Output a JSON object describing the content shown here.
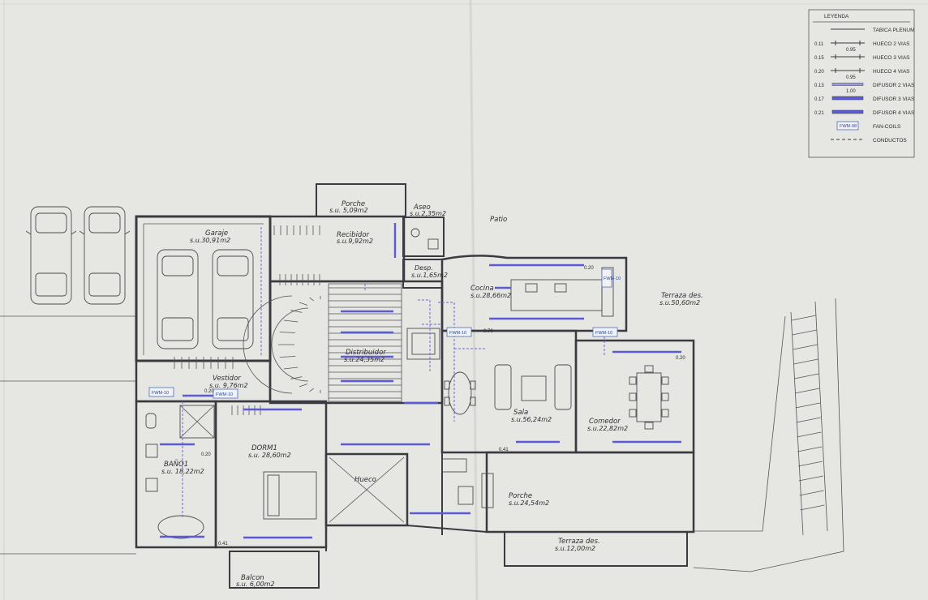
{
  "legend": {
    "title": "LEYENDA",
    "items": [
      {
        "num": "",
        "sub": "",
        "label": "TABICA PLENUM",
        "symbol": "line"
      },
      {
        "num": "0.11",
        "sub": "0.95",
        "label": "HUECO 2 VIAS",
        "symbol": "hueco"
      },
      {
        "num": "0.15",
        "sub": "",
        "label": "HUECO 3 VIAS",
        "symbol": "hueco"
      },
      {
        "num": "0.20",
        "sub": "0.95",
        "label": "HUECO 4 VIAS",
        "symbol": "hueco"
      },
      {
        "num": "0.13",
        "sub": "1.00",
        "label": "DIFUSOR 2 VIAS",
        "symbol": "difusor"
      },
      {
        "num": "0.17",
        "sub": "",
        "label": "DIFUSOR 3 VIAS",
        "symbol": "difusor-bold"
      },
      {
        "num": "0.21",
        "sub": "",
        "label": "DIFUSOR 4 VIAS",
        "symbol": "difusor-bold"
      },
      {
        "num": "",
        "sub": "",
        "label": "FAN-COILS",
        "symbol": "fancoil",
        "tag": "FWM-08"
      },
      {
        "num": "",
        "sub": "",
        "label": "CONDUCTOS",
        "symbol": "dashed"
      }
    ]
  },
  "rooms": {
    "porche_top": {
      "name": "Porche",
      "area": "s.u. 5,09m2"
    },
    "aseo": {
      "name": "Aseo",
      "area": "s.u.2,35m2"
    },
    "patio": {
      "name": "Patio"
    },
    "garaje": {
      "name": "Garaje",
      "area": "s.u.30,91m2"
    },
    "recibidor": {
      "name": "Recibidor",
      "area": "s.u.9,92m2"
    },
    "desp": {
      "name": "Desp.",
      "area": "s.u.1,65m2"
    },
    "cocina": {
      "name": "Cocina",
      "area": "s.u.28,66m2"
    },
    "terraza_des": {
      "name": "Terraza des.",
      "area": "s.u.50,60m2"
    },
    "distribuidor": {
      "name": "Distribuidor",
      "area": "s.u.24,35m2"
    },
    "vestidor": {
      "name": "Vestidor",
      "area": "s.u. 9,76m2"
    },
    "dorm": {
      "name": "DORM1",
      "area": "s.u. 28,60m2"
    },
    "bano": {
      "name": "BAÑO1",
      "area": "s.u. 18,22m2"
    },
    "salon": {
      "name": "Sala",
      "area": "s.u.56,24m2"
    },
    "comedor": {
      "name": "Comedor",
      "area": "s.u.22,82m2"
    },
    "hueco": {
      "name": "Hueco"
    },
    "porche_bottom": {
      "name": "Porche",
      "area": "s.u.24,54m2"
    },
    "terraza_bottom": {
      "name": "Terraza des.",
      "area": "s.u.12,00m2"
    },
    "balcon": {
      "name": "Balcon",
      "area": "s.u. 6,00m2"
    }
  },
  "fancoils": [
    {
      "tag": "FWM-10"
    },
    {
      "tag": "FWM-10"
    },
    {
      "tag": "FWM-10"
    },
    {
      "tag": "FWM-10"
    },
    {
      "tag": "FWM-10"
    }
  ],
  "dims": {
    "d020_cocina": "0.20",
    "d070": "0.70",
    "d020_comedor": "0.20",
    "d020_vest": "0.20",
    "d020_bano": "0.20",
    "d041_sala": "0.41",
    "d041_bano": "0.41"
  },
  "colors": {
    "paper": "#e6e6e2",
    "ink": "#3a3a40",
    "duct": "#5b5bd6",
    "fancoil": "#4a6fb8"
  }
}
